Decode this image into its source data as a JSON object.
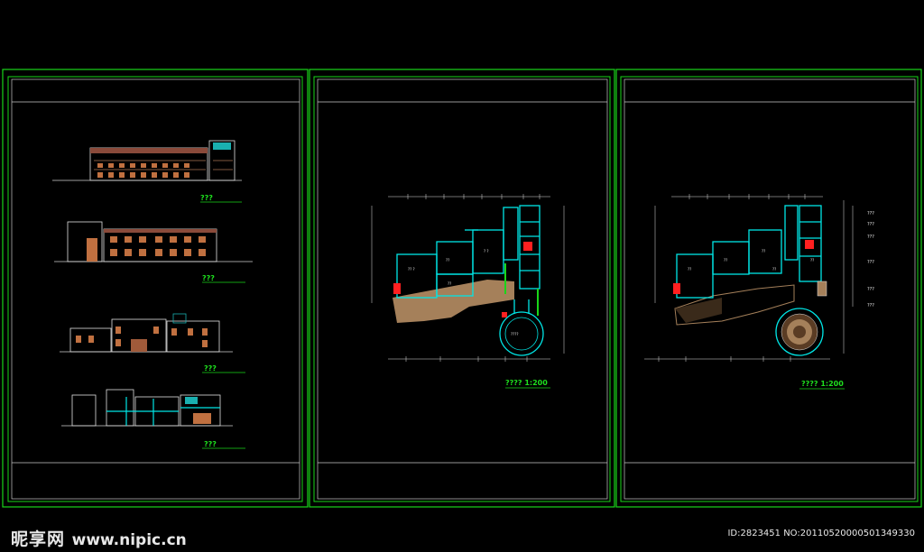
{
  "sheets": [
    {
      "labels": [
        "???",
        "???",
        "???",
        "???"
      ]
    },
    {
      "plan_title": "???? 1:200"
    },
    {
      "plan_title": "???? 1:200",
      "side_labels": [
        "???",
        "???",
        "???",
        "???",
        "???",
        "???"
      ]
    }
  ],
  "watermark": {
    "brand": "昵享网",
    "url": "www.nipic.cn"
  },
  "image_id": "ID:2823451 NO:20110520000501349330",
  "colors": {
    "frame": "#19d619",
    "inner": "#c8c8c8",
    "wall": "#00e6e6",
    "fill": "#a5805a",
    "accent": "#ff2020"
  }
}
